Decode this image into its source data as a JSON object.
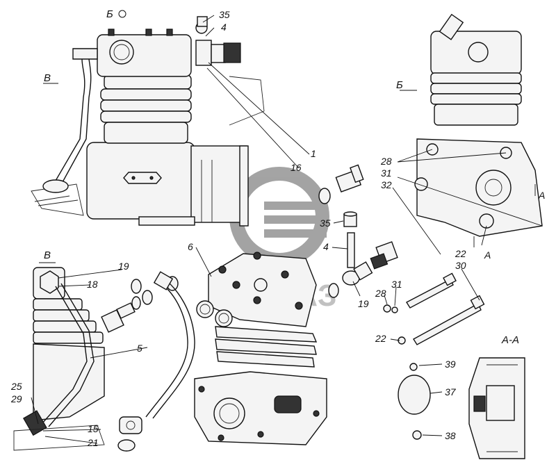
{
  "view_labels": {
    "view_b_top": "Б",
    "view_b_right": "Б",
    "view_v_top": "В",
    "view_v_left": "В",
    "section_aa": "А-А",
    "arrow_a_upper": "А",
    "arrow_a_lower": "А"
  },
  "callouts": {
    "c35_top": "35",
    "c4_top": "4",
    "c1": "1",
    "c16": "16",
    "c6": "6",
    "c35_mid": "35",
    "c4_mid": "4",
    "c19_mid": "19",
    "c28_right": "28",
    "c31_right": "31",
    "c32_right": "32",
    "c22_right": "22",
    "c30_right": "30",
    "c28_bolt": "28",
    "c31_bolt": "31",
    "c22_bolt": "22",
    "c19_left": "19",
    "c18_left": "18",
    "c5_left": "5",
    "c25_left": "25",
    "c29_left": "29",
    "c15_left": "15",
    "c21_left": "21",
    "c39": "39",
    "c37": "37",
    "c38": "38"
  },
  "watermark": {
    "text": "КАМАЗ"
  }
}
